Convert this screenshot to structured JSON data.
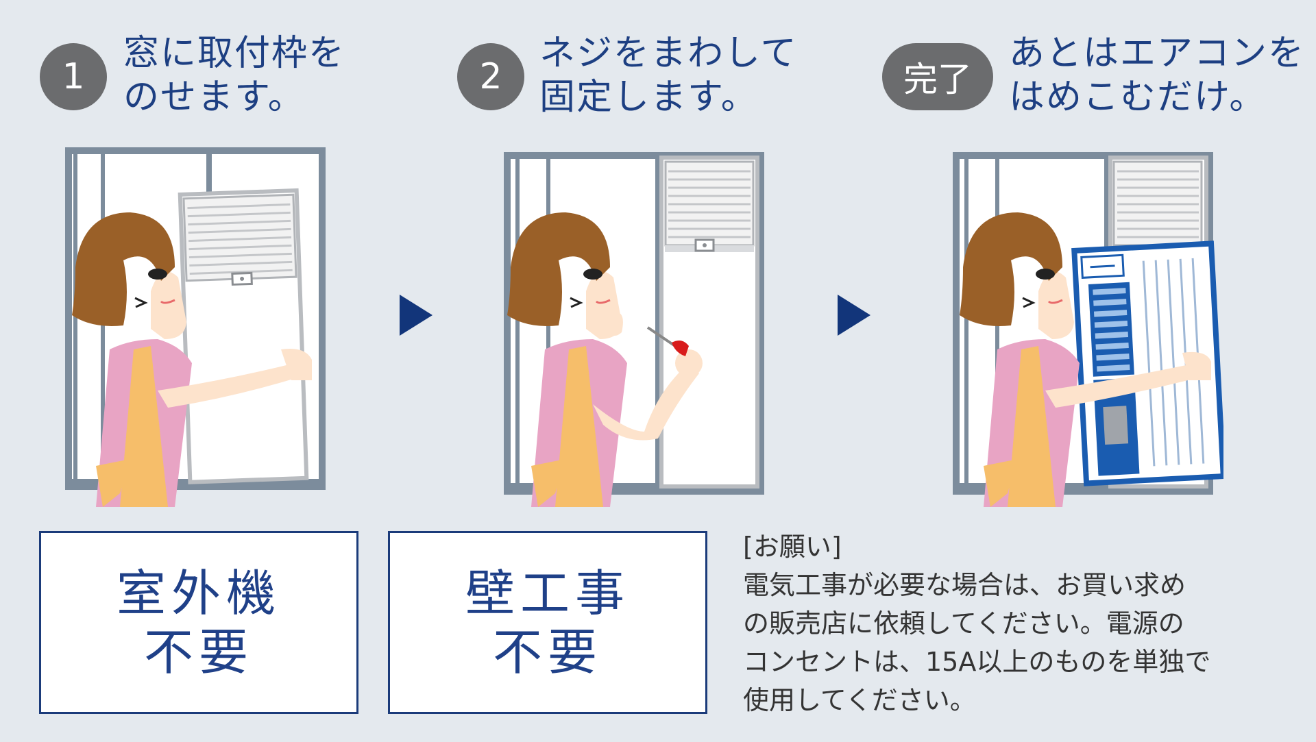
{
  "steps": [
    {
      "badge": "1",
      "line1": "窓に取付枠を",
      "line2": "のせます。"
    },
    {
      "badge": "2",
      "line1": "ネジをまわして",
      "line2": "固定します。"
    },
    {
      "badge": "完了",
      "line1": "あとはエアコンを",
      "line2": "はめこむだけ。"
    }
  ],
  "boxes": [
    {
      "line1": "室外機",
      "line2": "不要"
    },
    {
      "line1": "壁工事",
      "line2": "不要"
    }
  ],
  "note": {
    "heading": "[お願い]",
    "lines": [
      "電気工事が必要な場合は、お買い求め",
      "の販売店に依頼してください。電源の",
      "コンセントは、15A以上のものを単独で",
      "使用してください。"
    ]
  },
  "colors": {
    "background": "#e4e9ee",
    "heading_text": "#1d3f82",
    "badge": "#6b6c6e",
    "arrow": "#12357a",
    "aircon_blue": "#1a5cb0"
  },
  "icons": [
    "arrow-right-icon",
    "woman-window-frame-illustration",
    "woman-screwdriver-illustration",
    "woman-aircon-illustration"
  ]
}
